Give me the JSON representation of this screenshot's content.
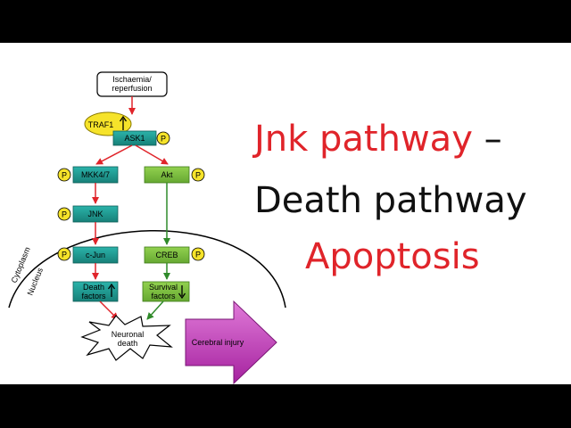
{
  "diagram": {
    "nodes": {
      "ischaemia": [
        "Ischaemia/",
        "reperfusion"
      ],
      "traf1": "TRAF1",
      "ask1": "ASK1",
      "mkk": "MKK4/7",
      "akt": "Akt",
      "jnk": "JNK",
      "cjun": "c-Jun",
      "creb": "CREB",
      "death_factors": [
        "Death",
        "factors"
      ],
      "survival_factors": [
        "Survival",
        "factors"
      ],
      "neuronal_death": [
        "Neuronal",
        "death"
      ],
      "cerebral_injury": "Cerebral injury",
      "phospho": "P"
    },
    "compartments": {
      "cytoplasm": "Cytoplasm",
      "nucleus": "Nucleus"
    },
    "colors": {
      "teal_box": "#1f9e96",
      "green_box": "#7fc241",
      "phospho_fill": "#f6e32a",
      "red_arrow": "#e0242a",
      "green_arrow": "#2f8a2a",
      "arrow_purple": "#c23bbd"
    }
  },
  "title": {
    "line1_red": "Jnk pathway",
    "line1_dash": " –",
    "line2": "Death pathway",
    "line3": "Apoptosis",
    "red_color": "#e0242a",
    "black_color": "#111111"
  }
}
